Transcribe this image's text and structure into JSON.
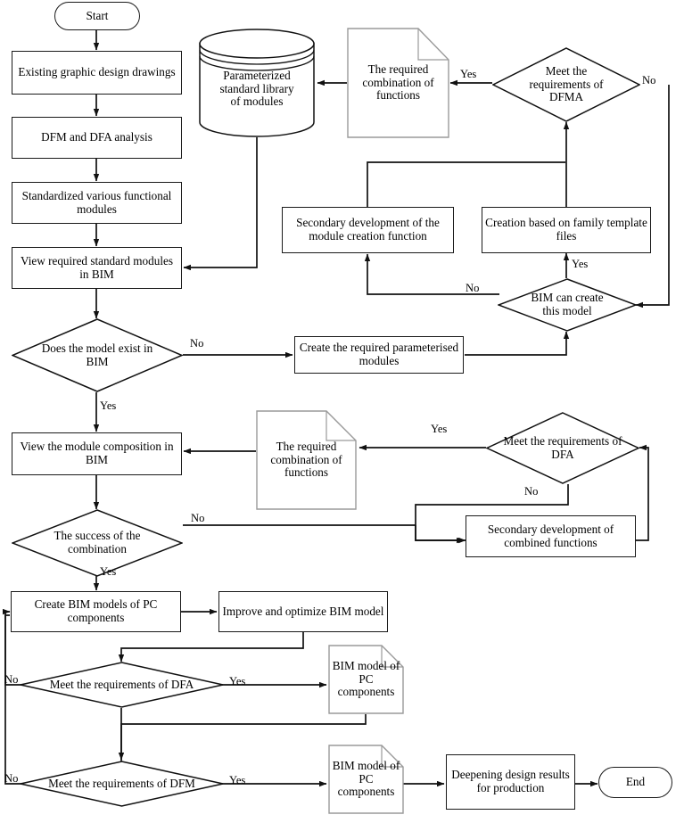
{
  "diagram": {
    "title": "BIM-based DFMA modular design flowchart",
    "stroke_color": "#1a1a1a",
    "doc_stroke_color": "#9a9a9a",
    "background": "#ffffff"
  },
  "nodes": {
    "start": {
      "label": "Start",
      "shape": "terminator"
    },
    "existing_drawings": {
      "label": "Existing graphic design drawings",
      "shape": "process"
    },
    "dfm_dfa_analysis": {
      "label": "DFM and DFA analysis",
      "shape": "process"
    },
    "standardized_modules": {
      "label": "Standardized various functional modules",
      "shape": "process"
    },
    "view_standard_modules": {
      "label": "View required standard modules in BIM",
      "shape": "process"
    },
    "param_library": {
      "label": "Parameterized standard library of modules",
      "shape": "cylinder"
    },
    "required_combination_top": {
      "label": "The required combination of functions",
      "shape": "document"
    },
    "meet_dfma": {
      "label": "Meet the requirements of DFMA",
      "shape": "decision"
    },
    "secondary_dev_module": {
      "label": "Secondary development of the module creation function",
      "shape": "process"
    },
    "creation_family_template": {
      "label": "Creation based on family template files",
      "shape": "process"
    },
    "bim_can_create": {
      "label": "BIM can create this model",
      "shape": "decision"
    },
    "model_exist": {
      "label": "Does the model exist in BIM",
      "shape": "decision"
    },
    "create_param_modules": {
      "label": "Create the required parameterised modules",
      "shape": "process"
    },
    "view_module_composition": {
      "label": "View the module composition in BIM",
      "shape": "process"
    },
    "required_combination_mid": {
      "label": "The required combination of functions",
      "shape": "document"
    },
    "meet_dfa_mid": {
      "label": "Meet the requirements of DFA",
      "shape": "decision"
    },
    "success_combination": {
      "label": "The success of the combination",
      "shape": "decision"
    },
    "secondary_dev_combined": {
      "label": "Secondary development of combined functions",
      "shape": "process"
    },
    "create_bim_models": {
      "label": "Create BIM models of PC components",
      "shape": "process"
    },
    "improve_optimize": {
      "label": "Improve and optimize BIM model",
      "shape": "process"
    },
    "meet_dfa_bottom": {
      "label": "Meet the requirements of DFA",
      "shape": "decision"
    },
    "bim_model_pc_1": {
      "label": "BIM model of PC components",
      "shape": "document"
    },
    "meet_dfm_bottom": {
      "label": "Meet the requirements of DFM",
      "shape": "decision"
    },
    "bim_model_pc_2": {
      "label": "BIM model of PC components",
      "shape": "document"
    },
    "deepening_design": {
      "label": "Deepening design results for production",
      "shape": "process"
    },
    "end": {
      "label": "End",
      "shape": "terminator"
    }
  },
  "edge_labels": {
    "dfma_yes": "Yes",
    "dfma_no": "No",
    "bim_create_yes": "Yes",
    "bim_create_no": "No",
    "model_exist_no": "No",
    "model_exist_yes": "Yes",
    "dfa_mid_yes": "Yes",
    "dfa_mid_no": "No",
    "success_no": "No",
    "success_yes": "Yes",
    "dfa_bottom_no": "No",
    "dfa_bottom_yes": "Yes",
    "dfm_bottom_no": "No",
    "dfm_bottom_yes": "Yes"
  }
}
